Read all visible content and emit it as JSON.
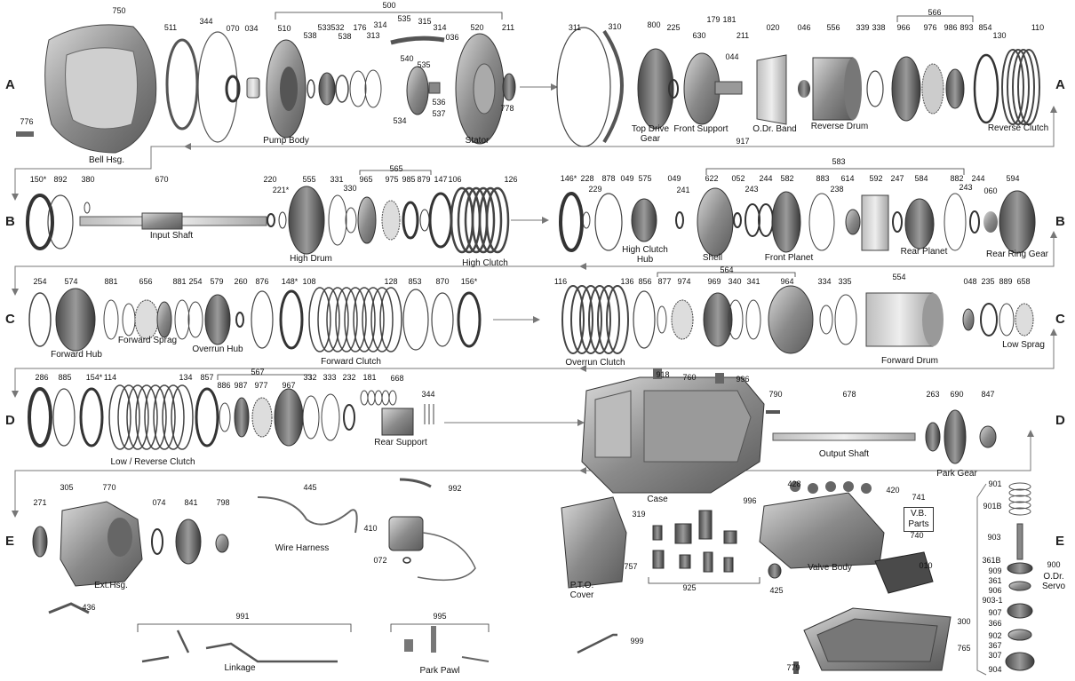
{
  "rows": [
    "A",
    "B",
    "C",
    "D",
    "E"
  ],
  "labels": {
    "bell": "Bell Hsg.",
    "pump": "Pump Body",
    "stator": "Stator",
    "topdrive": "Top Drive\nGear",
    "frontsupport": "Front Support",
    "odband": "O.Dr. Band",
    "revdrum": "Reverse Drum",
    "revclutch": "Reverse Clutch",
    "inputshaft": "Input Shaft",
    "highdrum": "High Drum",
    "highclutch": "High Clutch",
    "highhub": "High Clutch\nHub",
    "shell": "Shell",
    "frontplanet": "Front Planet",
    "rearplanet": "Rear Planet",
    "rearring": "Rear Ring Gear",
    "fwdhub": "Forward Hub",
    "fwdsprag": "Forward Sprag",
    "overrunhub": "Overrun Hub",
    "fwdclutch": "Forward Clutch",
    "overrunclutch": "Overrun Clutch",
    "fwddrum": "Forward Drum",
    "lowsprag": "Low Sprag",
    "lowrev": "Low / Reverse Clutch",
    "rearsupport": "Rear Support",
    "case": "Case",
    "outputshaft": "Output Shaft",
    "parkgear": "Park Gear",
    "exthsg": "Ext.Hsg.",
    "wireharness": "Wire Harness",
    "pto": "P.T.O.\nCover",
    "valvebody": "Valve Body",
    "vbparts": "V.B.\nParts",
    "odservo": "O.Dr.\nServo",
    "linkage": "Linkage",
    "parkpawl": "Park Pawl"
  },
  "numbers": {
    "n750": "750",
    "n511": "511",
    "n344": "344",
    "n070": "070",
    "n034": "034",
    "n500": "500",
    "n510": "510",
    "n538a": "538",
    "n533": "533",
    "n532": "532",
    "n538b": "538",
    "n176": "176",
    "n313": "313",
    "n314a": "314",
    "n535a": "535",
    "n315": "315",
    "n314b": "314",
    "n036": "036",
    "n540": "540",
    "n535b": "535",
    "n534": "534",
    "n536": "536",
    "n537": "537",
    "n520": "520",
    "n211a": "211",
    "n778": "778",
    "n776": "776",
    "n311": "311",
    "n310": "310",
    "n800": "800",
    "n225": "225",
    "n630": "630",
    "n179": "179",
    "n181a": "181",
    "n211b": "211",
    "n044": "044",
    "n020": "020",
    "n046": "046",
    "n556": "556",
    "n917": "917",
    "n566": "566",
    "n339": "339",
    "n338": "338",
    "n966": "966",
    "n976": "976",
    "n986": "986",
    "n893": "893",
    "n854": "854",
    "n130": "130",
    "n110": "110",
    "n150": "150*",
    "n892": "892",
    "n380": "380",
    "n670": "670",
    "n220": "220",
    "n221": "221*",
    "n555": "555",
    "n331": "331",
    "n330": "330",
    "n565": "565",
    "n965": "965",
    "n975": "975",
    "n985": "985",
    "n879": "879",
    "n147": "147",
    "n106": "106",
    "n126": "126",
    "n146": "146*",
    "n228": "228",
    "n229": "229",
    "n878": "878",
    "n049a": "049",
    "n575": "575",
    "n049b": "049",
    "n241": "241",
    "n583": "583",
    "n622": "622",
    "n052": "052",
    "n243a": "243",
    "n244a": "244",
    "n582": "582",
    "n883": "883",
    "n238": "238",
    "n614": "614",
    "n592": "592",
    "n247": "247",
    "n584": "584",
    "n882": "882",
    "n243b": "243",
    "n244b": "244",
    "n060": "060",
    "n594": "594",
    "n254a": "254",
    "n574": "574",
    "n881a": "881",
    "n656": "656",
    "n881b": "881",
    "n254b": "254",
    "n579": "579",
    "n260": "260",
    "n876": "876",
    "n148": "148*",
    "n108": "108",
    "n128": "128",
    "n853": "853",
    "n870": "870",
    "n156": "156*",
    "n116": "116",
    "n136": "136",
    "n856": "856",
    "n877": "877",
    "n974": "974",
    "n564": "564",
    "n969": "969",
    "n340": "340",
    "n341": "341",
    "n964": "964",
    "n334": "334",
    "n335": "335",
    "n554": "554",
    "n048": "048",
    "n235": "235",
    "n889": "889",
    "n658": "658",
    "n286": "286",
    "n885": "885",
    "n154": "154*",
    "n114": "114",
    "n134": "134",
    "n857": "857",
    "n567": "567",
    "n886": "886",
    "n987": "987",
    "n977": "977",
    "n967": "967",
    "n332": "332",
    "n333": "333",
    "n232": "232",
    "n181b": "181",
    "n668": "668",
    "n344b": "344",
    "n918": "918",
    "n760": "760",
    "n996a": "996",
    "n790": "790",
    "n678": "678",
    "n263": "263",
    "n690": "690",
    "n847": "847",
    "n271": "271",
    "n305": "305",
    "n770": "770",
    "n074": "074",
    "n841": "841",
    "n798": "798",
    "n445": "445",
    "n992": "992",
    "n410": "410",
    "n072": "072",
    "n436": "436",
    "n991": "991",
    "n995": "995",
    "n999": "999",
    "n319": "319",
    "n757": "757",
    "n996b": "996",
    "n925": "925",
    "n428": "428",
    "n420": "420",
    "n741": "741",
    "n740": "740",
    "n425": "425",
    "n010": "010",
    "n300": "300",
    "n765": "765",
    "n779": "779",
    "n901": "901",
    "n901b": "901B",
    "n903": "903",
    "n361b": "361B",
    "n900": "900",
    "n909": "909",
    "n361": "361",
    "n906": "906",
    "n903_1": "903-1",
    "n907": "907",
    "n366": "366",
    "n902": "902",
    "n367": "367",
    "n307": "307",
    "n904": "904"
  }
}
